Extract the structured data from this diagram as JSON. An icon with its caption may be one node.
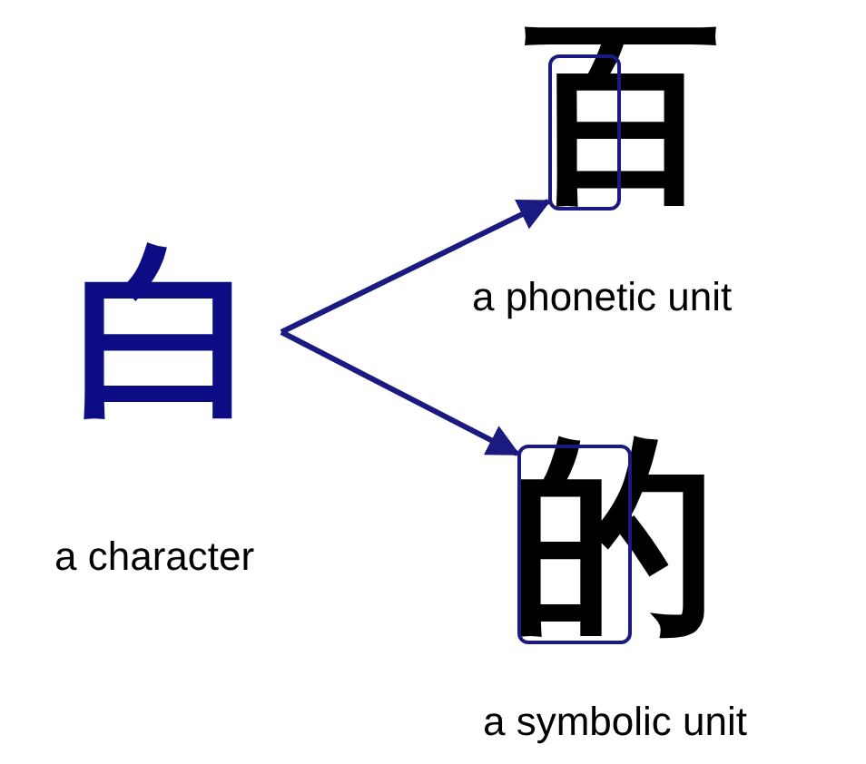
{
  "diagram": {
    "nodes": [
      {
        "text": [
          "白"
        ],
        "beside": [
          "a character"
        ]
      },
      {
        "text": [
          "百"
        ],
        "beside": [
          "a phonetic unit"
        ]
      },
      {
        "text": [
          "的"
        ],
        "beside": [
          "a symbolic unit"
        ]
      }
    ],
    "edges": [
      {
        "from": 0,
        "to": 1,
        "arrow": "to"
      },
      {
        "from": 0,
        "to": 2,
        "arrow": "to"
      }
    ]
  }
}
